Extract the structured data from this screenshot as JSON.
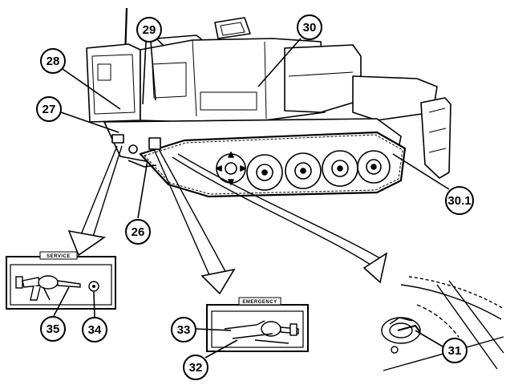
{
  "callouts": [
    {
      "id": "c26",
      "label": "26"
    },
    {
      "id": "c27",
      "label": "27"
    },
    {
      "id": "c28",
      "label": "28"
    },
    {
      "id": "c29",
      "label": "29"
    },
    {
      "id": "c30",
      "label": "30"
    },
    {
      "id": "c301",
      "label": "30.1"
    },
    {
      "id": "c31",
      "label": "31"
    },
    {
      "id": "c32",
      "label": "32"
    },
    {
      "id": "c33",
      "label": "33"
    },
    {
      "id": "c34",
      "label": "34"
    },
    {
      "id": "c35",
      "label": "35"
    }
  ],
  "panels": {
    "service_label": "SERVICE",
    "emergency_label": "EMERGENCY"
  },
  "colors": {
    "ink": "#000000",
    "paper": "#ffffff"
  }
}
